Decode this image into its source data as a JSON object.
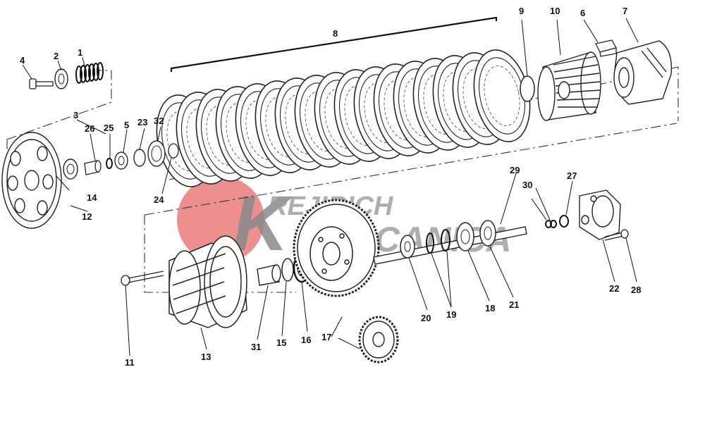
{
  "watermark": {
    "line1": "REJIRICH",
    "line2": "MECCANICA",
    "logo_letter": "K",
    "colors": {
      "circle": "#e87070",
      "text": "#9a9a9a"
    }
  },
  "callouts": {
    "c1": "1",
    "c2": "2",
    "c3": "3",
    "c4": "4",
    "c5": "5",
    "c6": "6",
    "c7": "7",
    "c8": "8",
    "c9": "9",
    "c10": "10",
    "c11": "11",
    "c12": "12",
    "c13": "13",
    "c14": "14",
    "c15": "15",
    "c16": "16",
    "c17": "17",
    "c18": "18",
    "c19": "19",
    "c20": "20",
    "c21": "21",
    "c22": "22",
    "c23": "23",
    "c24": "24",
    "c25": "25",
    "c26": "26",
    "c27": "27",
    "c28": "28",
    "c29": "29",
    "c30": "30",
    "c31": "31",
    "c32": "32"
  }
}
